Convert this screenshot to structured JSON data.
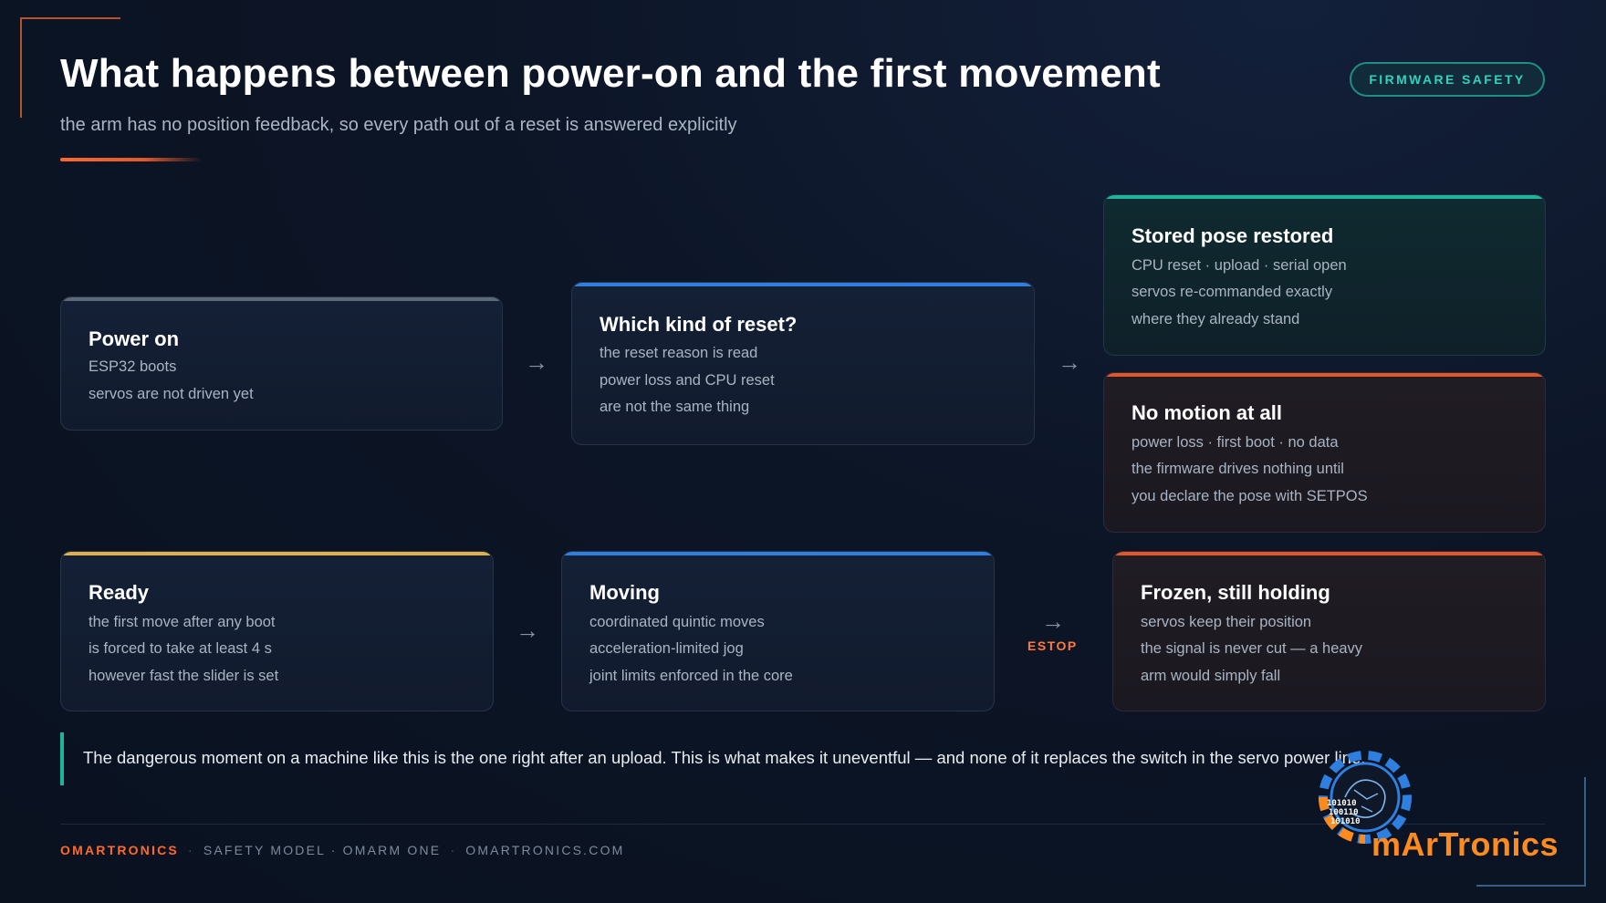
{
  "header": {
    "title": "What happens between power-on and the first movement",
    "subtitle": "the arm has no position feedback, so every path out of a reset is answered explicitly",
    "badge": "FIRMWARE SAFETY"
  },
  "colors": {
    "accent_orange": "#ff6a2a",
    "teal": "#1fb39c",
    "blue": "#2f7fe0",
    "yellow": "#e2b04a",
    "gray": "#5d6878"
  },
  "nodes": {
    "power_on": {
      "title": "Power on",
      "lines": [
        "ESP32 boots",
        "servos are not driven yet"
      ]
    },
    "reset_kind": {
      "title": "Which kind of reset?",
      "lines": [
        "the reset reason is read",
        "power loss and CPU reset",
        "are not the same thing"
      ]
    },
    "pose_restored": {
      "title": "Stored pose restored",
      "lines": [
        "CPU reset · upload · serial open",
        "servos re-commanded exactly",
        "where they already stand"
      ]
    },
    "no_motion": {
      "title": "No motion at all",
      "lines": [
        "power loss · first boot · no data",
        "the firmware drives nothing until",
        "you declare the pose with SETPOS"
      ]
    },
    "ready": {
      "title": "Ready",
      "lines": [
        "the first move after any boot",
        "is forced to take at least 4 s",
        "however fast the slider is set"
      ]
    },
    "moving": {
      "title": "Moving",
      "lines": [
        "coordinated quintic moves",
        "acceleration-limited jog",
        "joint limits enforced in the core"
      ]
    },
    "frozen": {
      "title": "Frozen, still holding",
      "lines": [
        "servos keep their position",
        "the signal is never cut — a heavy",
        "arm would simply fall"
      ]
    }
  },
  "edges": {
    "estop_label": "ESTOP"
  },
  "callout": "The dangerous moment on a machine like this is the one right after an upload. This is what makes it uneventful — and none of it replaces the switch in the servo power line.",
  "footer": {
    "brand": "OMARTRONICS",
    "items": [
      "SAFETY MODEL · OMARM ONE",
      "OMARTRONICS.COM"
    ]
  },
  "logo": {
    "binary_lines": [
      "101010",
      "100110",
      "101010"
    ],
    "wordmark": "mArTronics"
  }
}
